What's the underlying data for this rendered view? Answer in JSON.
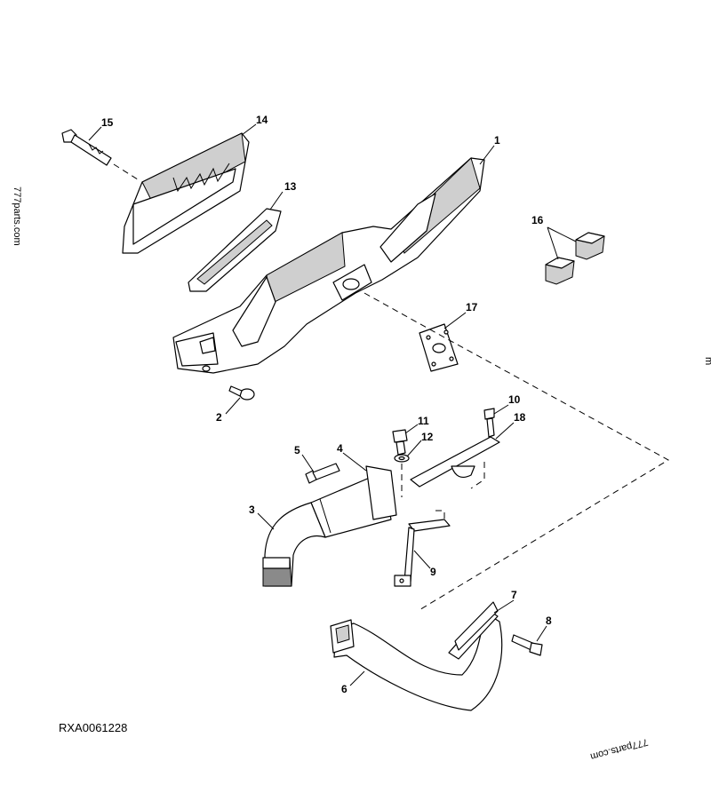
{
  "figure_ref": "RXA0061228",
  "watermarks": [
    "777parts.com",
    "777parts.com"
  ],
  "edge_mark": "m",
  "callouts": [
    "1",
    "2",
    "3",
    "4",
    "5",
    "6",
    "7",
    "8",
    "9",
    "10",
    "11",
    "12",
    "13",
    "14",
    "15",
    "16",
    "17",
    "18"
  ]
}
